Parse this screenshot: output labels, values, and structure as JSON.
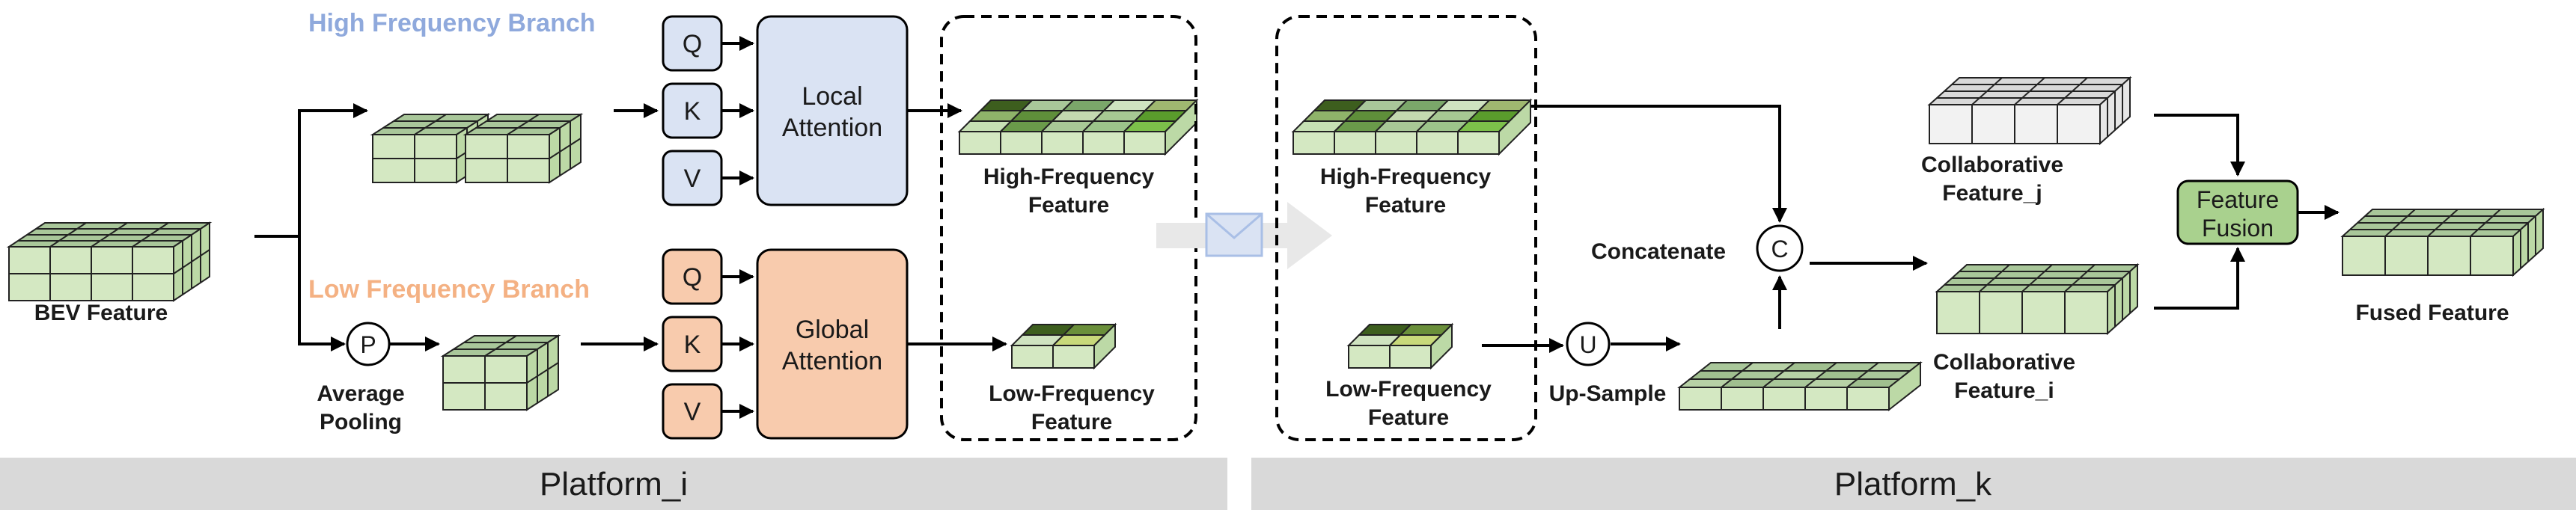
{
  "branches": {
    "high": "High Frequency Branch",
    "low": "Low Frequency Branch"
  },
  "labels": {
    "bev_feature": "BEV Feature",
    "avg_pooling_1": "Average",
    "avg_pooling_2": "Pooling",
    "q": "Q",
    "k": "K",
    "v": "V",
    "local_attention_1": "Local",
    "local_attention_2": "Attention",
    "global_attention_1": "Global",
    "global_attention_2": "Attention",
    "high_freq_1": "High-Frequency",
    "high_freq_2": "Feature",
    "low_freq_1": "Low-Frequency",
    "low_freq_2": "Feature",
    "concatenate": "Concatenate",
    "upsample": "Up-Sample",
    "collab_j_1": "Collaborative",
    "collab_j_2": "Feature_j",
    "collab_i_1": "Collaborative",
    "collab_i_2": "Feature_i",
    "feature_fusion_1": "Feature",
    "feature_fusion_2": "Fusion",
    "fused_feature": "Fused Feature",
    "pool_symbol": "P",
    "concat_symbol": "C",
    "upsample_symbol": "U"
  },
  "platforms": {
    "left": "Platform_i",
    "right": "Platform_k"
  },
  "colors": {
    "high_branch": "#8fa9dc",
    "low_branch": "#f4b183",
    "qkv_high_fill": "#dae3f3",
    "qkv_low_fill": "#f8cbad",
    "attention_high_fill": "#dae3f3",
    "attention_low_fill": "#f8cbad",
    "cube_green_front": "#d4e8c2",
    "fusion_fill": "#a9d18e",
    "platform_bar": "#d9d9d9"
  }
}
